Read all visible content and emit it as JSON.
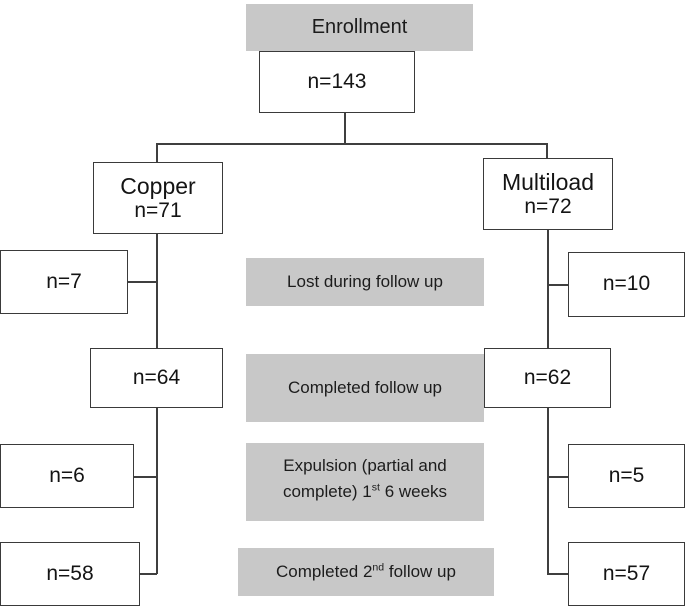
{
  "diagram": {
    "title": "CONSORT-style participant flow diagram",
    "colors": {
      "box_fill": "#ffffff",
      "box_border": "#3a3a3a",
      "label_fill": "#c8c8c8",
      "line": "#3f3f3f",
      "text": "#141414"
    },
    "nodes": {
      "enrollment": {
        "label": "Enrollment"
      },
      "total": {
        "label": "n=143"
      },
      "copper": {
        "name": "Copper",
        "count": "n=71"
      },
      "multiload": {
        "name": "Multiload",
        "count": "n=72"
      },
      "copper_lost": {
        "label": "n=7"
      },
      "multiload_lost": {
        "label": "n=10"
      },
      "copper_completed": {
        "label": "n=64"
      },
      "multiload_completed": {
        "label": "n=62"
      },
      "copper_expulsion": {
        "label": "n=6"
      },
      "multiload_expulsion": {
        "label": "n=5"
      },
      "copper_completed2": {
        "label": "n=58"
      },
      "multiload_completed2": {
        "label": "n=57"
      }
    },
    "stage_labels": {
      "lost": "Lost during follow up",
      "completed": "Completed follow up",
      "expulsion_line1": "Expulsion (partial and",
      "expulsion_line2_pre": "complete) 1",
      "expulsion_line2_sup": "st",
      "expulsion_line2_post": " 6 weeks",
      "completed2_pre": "Completed 2",
      "completed2_sup": "nd",
      "completed2_post": " follow up"
    }
  }
}
